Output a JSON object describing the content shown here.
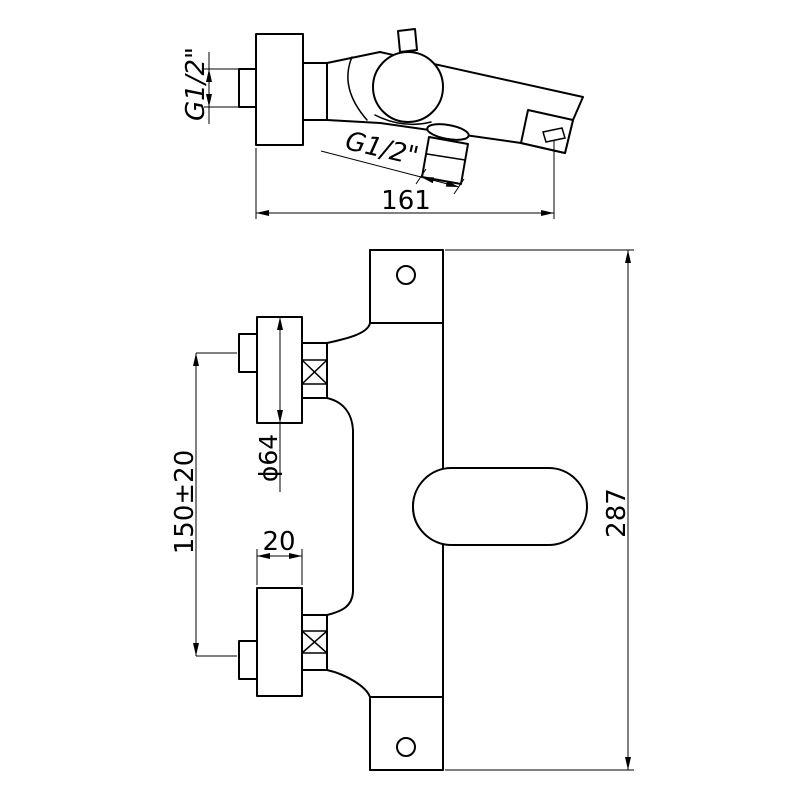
{
  "colors": {
    "background": "#ffffff",
    "line": "#000000",
    "text": "#000000"
  },
  "drawing": {
    "type": "technical-dimension-drawing",
    "subject": "wall-mounted bath shower mixer tap, two orthographic views",
    "side_view": {
      "wall_thread_label": "G1/2\"",
      "diverter_thread_label": "G1/2\"",
      "overall_depth_label": "161"
    },
    "front_view": {
      "flange_diameter_label": "ϕ64",
      "inlet_centers_label": "150±20",
      "flange_width_label": "20",
      "overall_height_label": "287"
    }
  }
}
